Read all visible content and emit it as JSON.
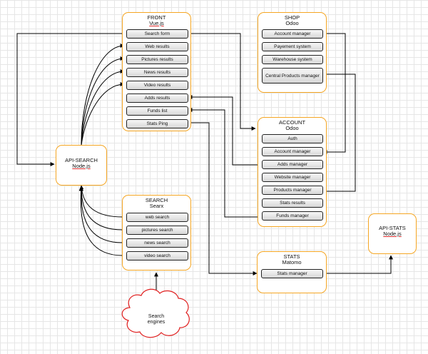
{
  "front": {
    "title": "FRONT",
    "subtitle": "Vue.js",
    "items": [
      "Search form",
      "Web results",
      "Pictures results",
      "News results",
      "Video results",
      "Adds results",
      "Funds list",
      "Stats Ping"
    ]
  },
  "shop": {
    "title": "SHOP",
    "subtitle": "Odoo",
    "items": [
      "Account manager",
      "Payement system",
      "Warehouse system",
      "Central Products manager"
    ]
  },
  "account": {
    "title": "ACCOUNT",
    "subtitle": "Odoo",
    "items": [
      "Auth",
      "Account manager",
      "Adds manager",
      "Website manager",
      "Products manager",
      "Stats results",
      "Funds manager"
    ]
  },
  "search": {
    "title": "SEARCH",
    "subtitle": "Searx",
    "items": [
      "web search",
      "pictures search",
      "news search",
      "video search"
    ]
  },
  "stats": {
    "title": "STATS",
    "subtitle": "Matomo",
    "items": [
      "Stats manager"
    ]
  },
  "api_search": {
    "title": "API-SEARCH",
    "subtitle": "Node.js"
  },
  "api_stats": {
    "title": "API-STATS",
    "subtitle": "Node.js"
  },
  "engines": {
    "label": "Search engines"
  }
}
